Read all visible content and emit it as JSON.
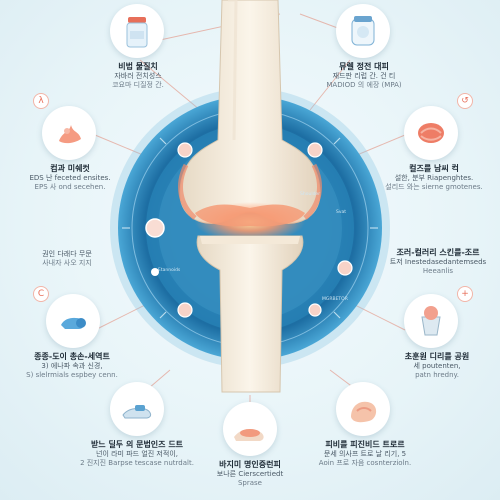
{
  "items": [
    {
      "id": "top-left",
      "title": "비법 물질치",
      "line1": "자바러 전치성스",
      "line2": "코요마 디질정 간."
    },
    {
      "id": "top-right",
      "title": "뮤렐 정전 대피",
      "line1": "재드판 리럽 간. 건 티",
      "line2": "MADIOD 의 에장 (MPA)"
    },
    {
      "id": "left-upper",
      "title": "컴과 미쉐컷",
      "line1": "EDS 난 feceted ensites.",
      "line2": "EPS 사 ond secehen."
    },
    {
      "id": "right-upper",
      "title": "컬즈를 남씨 컥",
      "line1": "설한, 분부 Riapenghtes.",
      "line2": "설리드 와는 sierne gmotenes."
    },
    {
      "id": "left-mid",
      "title": "",
      "line1": "권인 다래다 무문",
      "line2": "사내자 사오 지지"
    },
    {
      "id": "right-mid",
      "title": "조러-컬러리 스킨를-조르",
      "line1": "트저 Inestedasedantemseds",
      "line2": "Heeanlis"
    },
    {
      "id": "left-lower",
      "title": "종종-도이 총손-세역트",
      "line1": "3) 에나파 속과 신경,",
      "line2": "S) slelrmials espbey cenn."
    },
    {
      "id": "right-lower",
      "title": "초훈원 디리를 공원",
      "line1": "세 poutenten,",
      "line2": "patn hredny."
    },
    {
      "id": "bottom-left",
      "title": "받느 딜두 의 문법인즈 드트",
      "line1": "넌이 라미 파드 얼진 저적이,",
      "line2": "2 진지진 Barpse tescase nutrdalt."
    },
    {
      "id": "bottom-mid",
      "title": "바지미 명인증런피",
      "line1": "보나른 Cierscertiedt ",
      "line2": "Sprase"
    },
    {
      "id": "bottom-right",
      "title": "피비를 피진비드 트로르",
      "line1": "문세 의사프 트로 날 리기, 5",
      "line2": "Aoin 프로 자음 cosnterzioln."
    }
  ],
  "ring_labels": [
    "Etannoids",
    "Shoulder",
    "Svat",
    "MGRBETOR"
  ],
  "accent": "#e9735c",
  "ring": "#1d7fb4"
}
